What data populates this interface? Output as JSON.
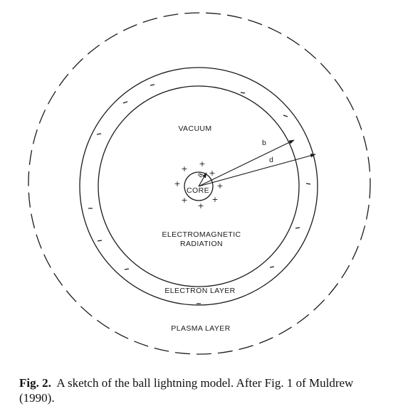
{
  "diagram": {
    "labels": {
      "vacuum": "VACUUM",
      "core": "CORE",
      "em_line1": "ELECTROMAGNETIC",
      "em_line2": "RADIATION",
      "electron_layer": "ELECTRON LAYER",
      "plasma_layer": "PLASMA LAYER",
      "radius_a": "a",
      "radius_b": "b",
      "radius_d": "d"
    },
    "positive_charge_symbol": "+",
    "positive_charge_count": 8,
    "negative_charge_count": 12
  },
  "caption": {
    "label": "Fig. 2.",
    "text": "A sketch of the ball lightning model. After Fig. 1 of Muldrew (1990)."
  }
}
